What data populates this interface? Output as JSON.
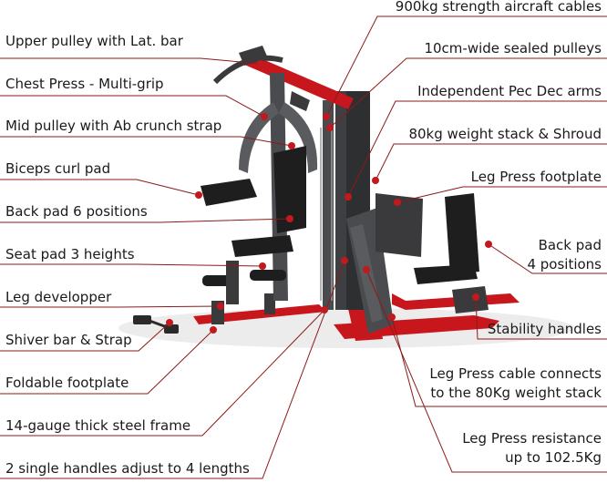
{
  "colors": {
    "frame_red": "#c8161d",
    "frame_dark": "#3a3a3c",
    "frame_grey": "#5a5b5e",
    "pad_black": "#1e1e1f",
    "line": "#8b1a1a",
    "dot": "#c01a1f"
  },
  "labels": {
    "aircraft_cables": "900kg strength aircraft cables",
    "upper_pulley": "Upper pulley with Lat. bar",
    "sealed_pulleys": "10cm-wide sealed pulleys",
    "chest_press": "Chest Press - Multi-grip",
    "pec_dec": "Independent Pec Dec arms",
    "mid_pulley": "Mid pulley with Ab crunch strap",
    "weight_stack": "80kg weight stack & Shroud",
    "biceps_pad": "Biceps curl pad",
    "leg_press_footplate": "Leg Press footplate",
    "back_pad_6": "Back pad 6 positions",
    "seat_pad": "Seat pad 3 heights",
    "back_pad_4_line1": "Back pad",
    "back_pad_4_line2": "4 positions",
    "leg_developper": "Leg developper",
    "stability_handles": "Stability handles",
    "shiver_bar": "Shiver bar & Strap",
    "leg_press_cable_line1": "Leg Press cable connects",
    "leg_press_cable_line2": "to the 80Kg weight stack",
    "foldable_footplate": "Foldable footplate",
    "steel_frame": "14-gauge thick steel frame",
    "leg_press_resistance_line1": "Leg Press resistance",
    "leg_press_resistance_line2": "up to 102.5Kg",
    "single_handles": "2 single handles adjust to 4 lengths"
  }
}
